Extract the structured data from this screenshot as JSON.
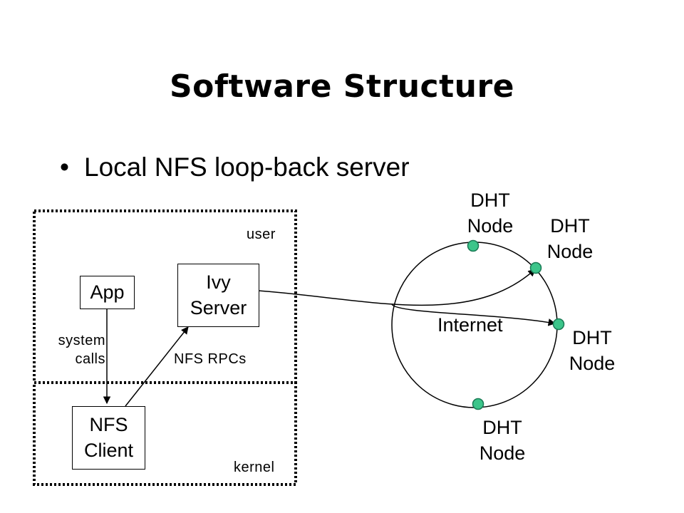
{
  "title": "Software Structure",
  "bullet": {
    "symbol": "•",
    "text": "Local NFS loop-back server"
  },
  "regions": {
    "user": "user",
    "kernel": "kernel"
  },
  "boxes": {
    "app": "App",
    "ivy_server": {
      "line1": "Ivy",
      "line2": "Server"
    },
    "nfs_client": {
      "line1": "NFS",
      "line2": "Client"
    }
  },
  "edge_labels": {
    "system_calls": {
      "line1": "system",
      "line2": "calls"
    },
    "nfs_rpcs": "NFS RPCs"
  },
  "internet": "Internet",
  "dht_nodes": [
    {
      "line1": "DHT",
      "line2": "Node"
    },
    {
      "line1": "DHT",
      "line2": "Node"
    },
    {
      "line1": "DHT",
      "line2": "Node"
    },
    {
      "line1": "DHT",
      "line2": "Node"
    }
  ],
  "colors": {
    "node_fill": "#3cc58a",
    "node_stroke": "#1a7a55",
    "line": "#000000"
  }
}
